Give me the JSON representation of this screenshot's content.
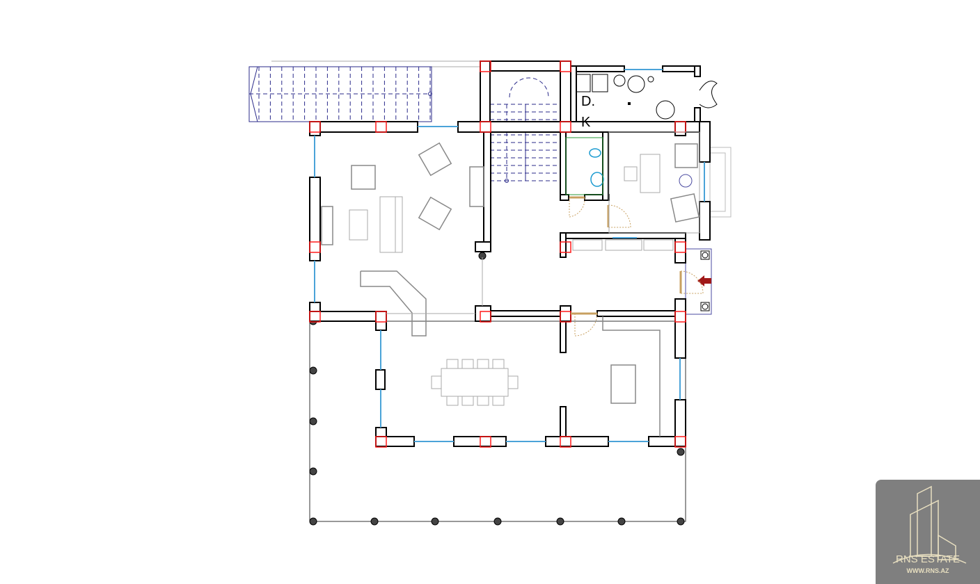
{
  "plan": {
    "room_labels": {
      "d": "D.",
      "k": "K"
    },
    "colors": {
      "wall": "#000000",
      "column_marker": "#ff1a1a",
      "stairs": "#2a2a8a",
      "window": "#4aa3d8",
      "entry_arrow": "#a01818"
    }
  },
  "logo": {
    "title": "RNS ESTATE",
    "url": "WWW.RNS.AZ"
  }
}
